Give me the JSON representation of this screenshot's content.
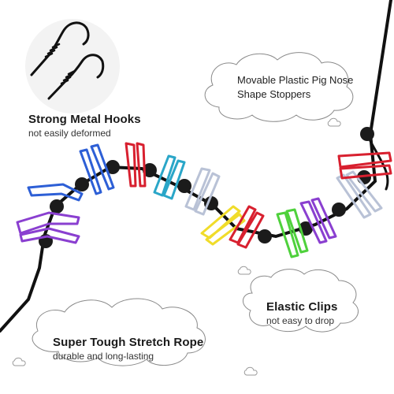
{
  "callouts": {
    "hooks": {
      "title": "Strong Metal Hooks",
      "subtitle": "not easily deformed"
    },
    "stoppers": {
      "line1": "Movable Plastic Pig Nose",
      "line2": "Shape Stoppers"
    },
    "clips": {
      "title": "Elastic Clips",
      "subtitle": "not easy to drop"
    },
    "rope": {
      "title": "Super Tough Stretch Rope",
      "subtitle": "durable and long-lasting"
    }
  },
  "colors": {
    "rope": "#111111",
    "clip_blue": "#2d5fd6",
    "clip_purple": "#8a3fd0",
    "clip_teal": "#2aa6c8",
    "clip_red": "#d8202f",
    "clip_silver": "#b9c2d6",
    "clip_yellow": "#f0dc2a",
    "clip_green": "#4fd13c",
    "bubble_outline": "#8a8a8a"
  }
}
